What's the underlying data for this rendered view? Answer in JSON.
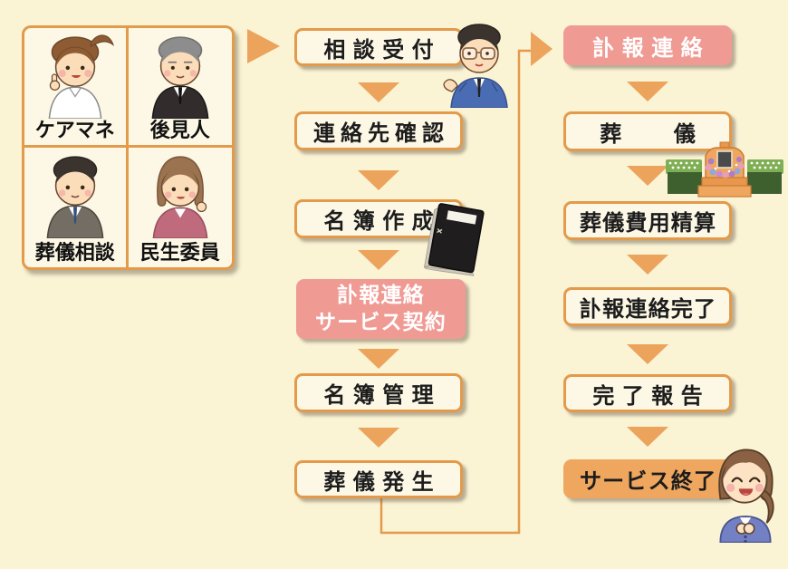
{
  "colors": {
    "background": "#FAF3D4",
    "box_fill": "#FDF8E6",
    "box_border": "#E39A4A",
    "arrow_orange": "#ECA45C",
    "highlight_pink": "#F09A94",
    "highlight_orange": "#EFA75F",
    "text_dark": "#1C1C1C",
    "text_white": "#FFFFFF"
  },
  "referrer_panel": {
    "cells": [
      {
        "label": "ケアマネ",
        "illustration": "care-manager-woman"
      },
      {
        "label": "後見人",
        "illustration": "guardian-man"
      },
      {
        "label": "葬儀相談",
        "illustration": "funeral-consultant-man"
      },
      {
        "label": "民生委員",
        "illustration": "welfare-commissioner-woman"
      }
    ]
  },
  "middle_flow": {
    "step1": "相談受付",
    "step2": "連絡先確認",
    "step3": "名簿作成",
    "step4_line1": "訃報連絡",
    "step4_line2": "サービス契約",
    "step5": "名簿管理",
    "step6": "葬儀発生"
  },
  "right_flow": {
    "step1": "訃報連絡",
    "step2": "葬儀",
    "step3": "葬儀費用精算",
    "step4": "訃報連絡完了",
    "step5": "完了報告",
    "step6": "サービス終了"
  },
  "illustrations": {
    "reception_staff": "man-in-blue-suit-with-glasses",
    "roster_book": "black-ledger-notebook",
    "funeral_altar": "funeral-altar-with-flowers",
    "closing_staff": "smiling-woman-clasping-hands"
  }
}
